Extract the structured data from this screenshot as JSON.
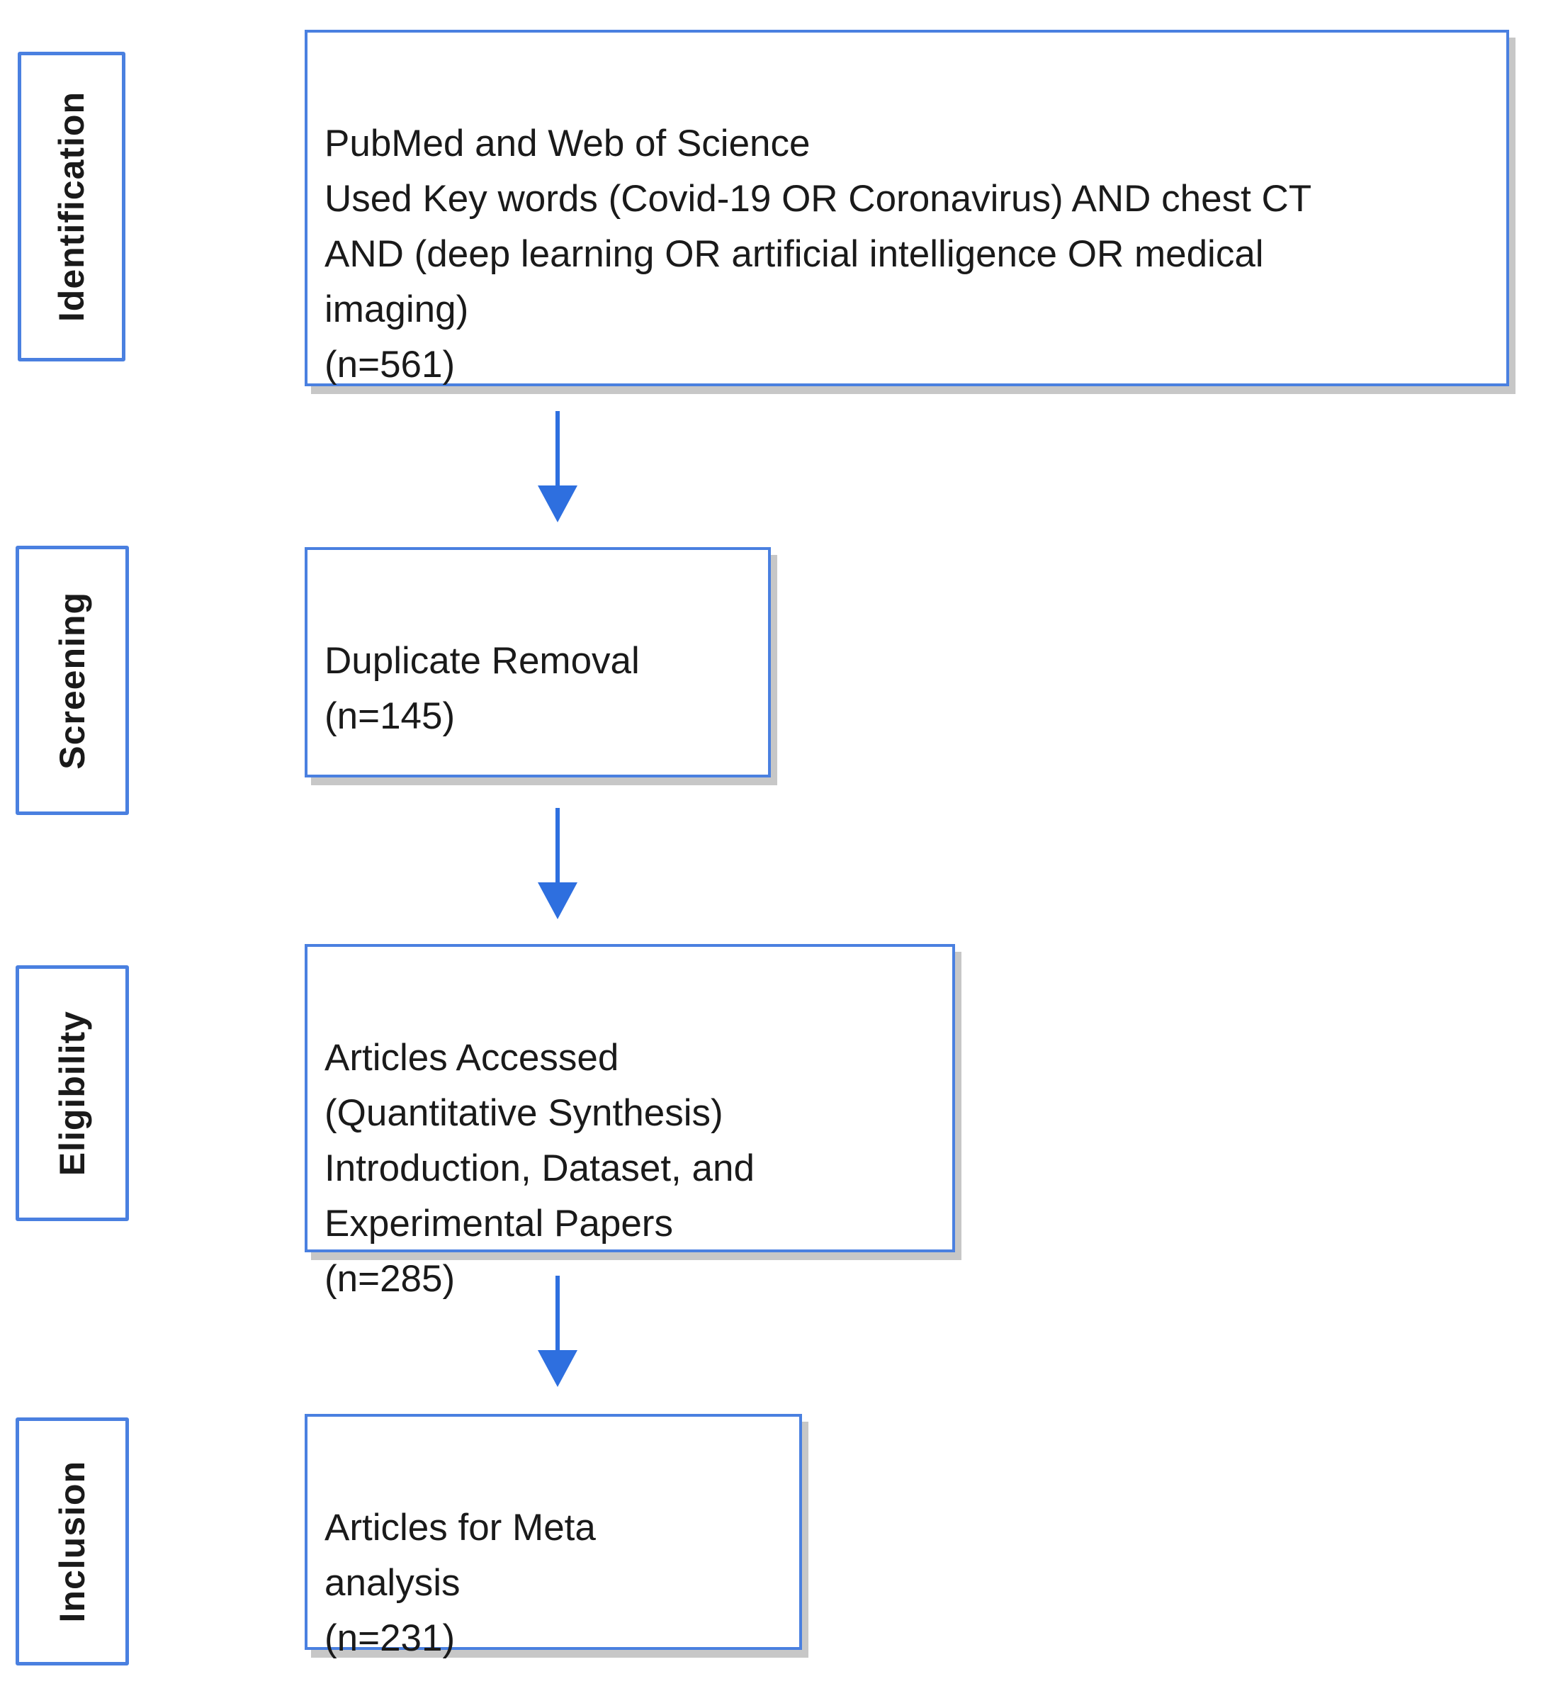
{
  "stages": [
    {
      "label": "Identification"
    },
    {
      "label": "Screening"
    },
    {
      "label": "Eligibility"
    },
    {
      "label": "Inclusion"
    }
  ],
  "boxes": [
    {
      "text": "PubMed and Web of Science\nUsed Key words (Covid-19 OR Coronavirus) AND chest CT\nAND (deep learning OR artificial intelligence OR medical\nimaging)\n(n=561)",
      "count": 561
    },
    {
      "text": "Duplicate Removal\n(n=145)",
      "count": 145
    },
    {
      "text": "Articles Accessed\n(Quantitative Synthesis)\nIntroduction, Dataset, and\nExperimental Papers\n(n=285)",
      "count": 285
    },
    {
      "text": "Articles for Meta\nanalysis\n(n=231)",
      "count": 231
    }
  ],
  "colors": {
    "box_border": "#4a80e0",
    "arrow": "#2e6fdf",
    "text": "#1a1a1a",
    "background": "#ffffff"
  }
}
